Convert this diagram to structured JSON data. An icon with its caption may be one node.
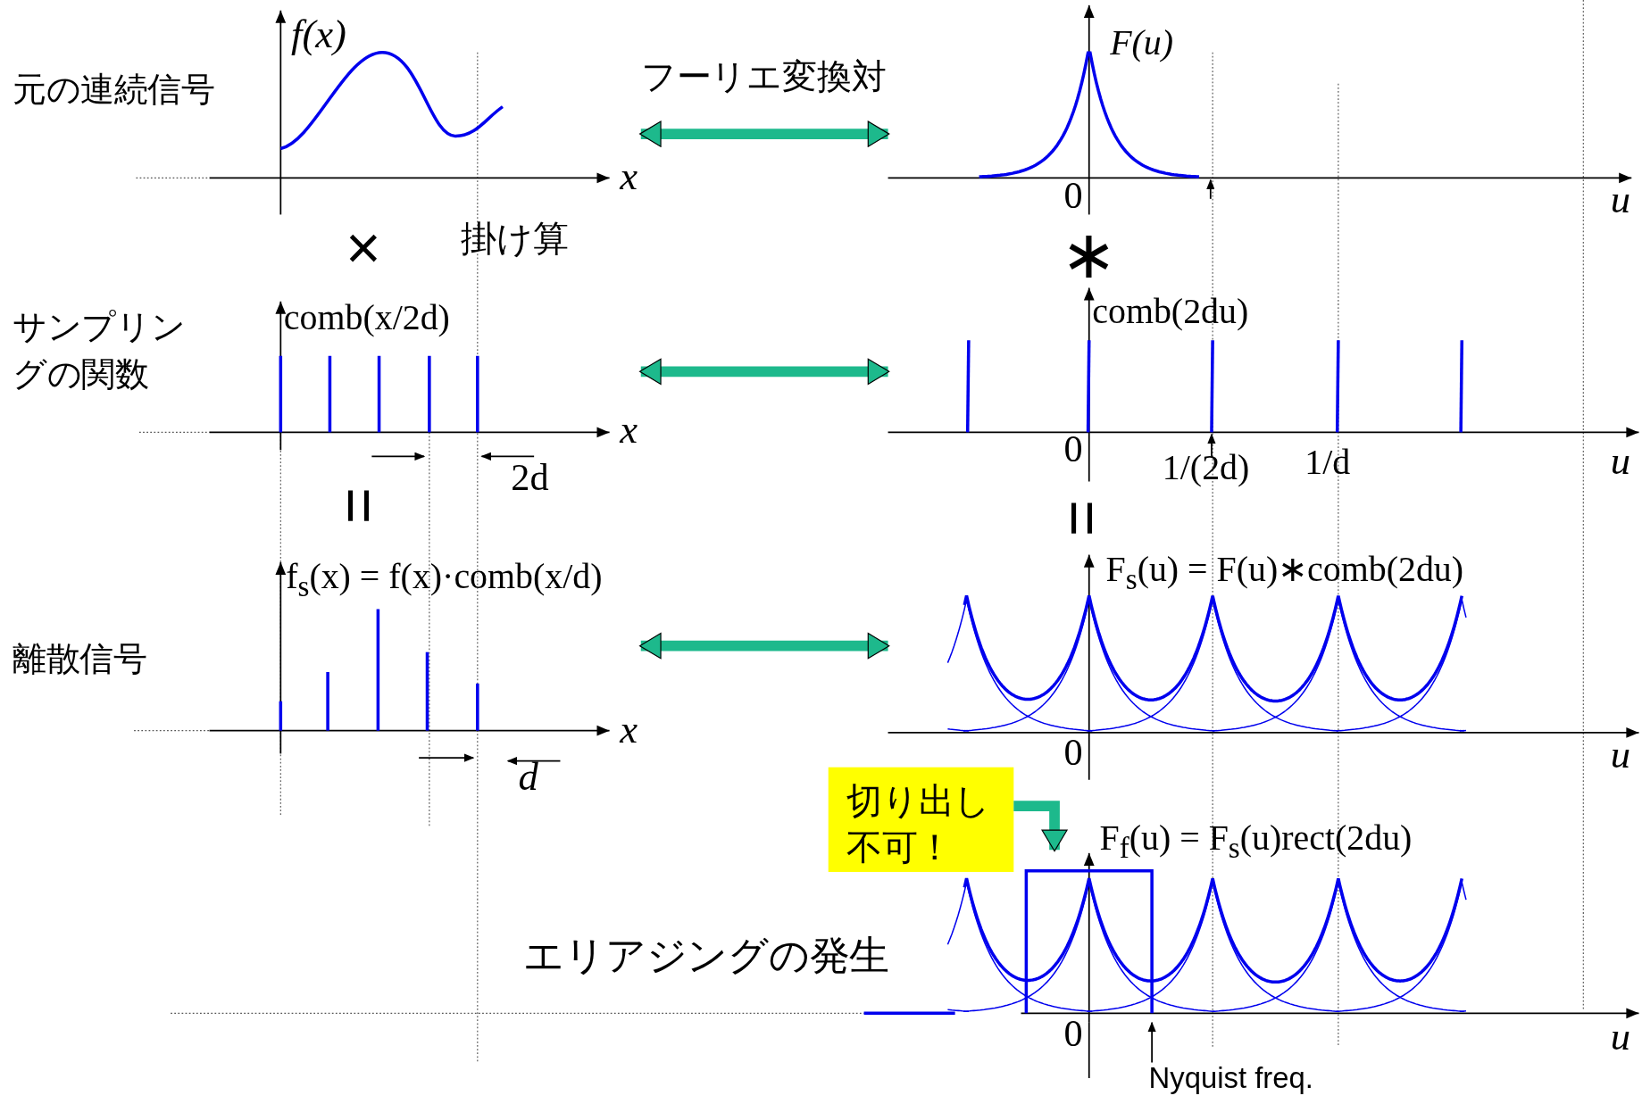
{
  "diagram": {
    "nodes": [
      {
        "text": [
          "f(x)"
        ]
      },
      {
        "text": [
          "F(u)"
        ]
      },
      {
        "text": [
          "comb(x/2d)"
        ]
      },
      {
        "text": [
          "comb(2du)"
        ]
      },
      {
        "text": [
          "f$_{s}$(x) = f(x)·comb(x/d)"
        ]
      },
      {
        "text": [
          "F$_{s}$(u) = F(u)∗comb(2du)"
        ]
      },
      {
        "text": [
          "切り出し不可！"
        ]
      },
      {
        "text": [
          "F$_{f}$(u) = F$_{s}$(u)rect(2du)"
        ]
      },
      {
        "text": [
          "Nyquist freq."
        ]
      }
    ],
    "edges": [
      {
        "from": 0,
        "to": 1,
        "arrow": "both"
      },
      {
        "from": 2,
        "to": 3,
        "arrow": "both"
      },
      {
        "from": 4,
        "to": 5,
        "arrow": "both"
      },
      {
        "from": 6,
        "to": 7,
        "arrow": "to"
      },
      {
        "from": 8,
        "to": 7,
        "arrow": "to",
        "color": "#000000"
      }
    ],
    "labels": [
      "元の連続信号",
      "フーリエ変換対",
      "x",
      "0",
      "u",
      "×",
      "掛け算",
      "∗",
      "サンプリングの関数",
      "x",
      "0",
      "1/(2d)",
      "1/d",
      "u",
      "2d",
      "=",
      "=",
      "離散信号",
      "x",
      "d",
      "0",
      "u",
      "エリアジングの発生",
      "0",
      "u"
    ]
  }
}
